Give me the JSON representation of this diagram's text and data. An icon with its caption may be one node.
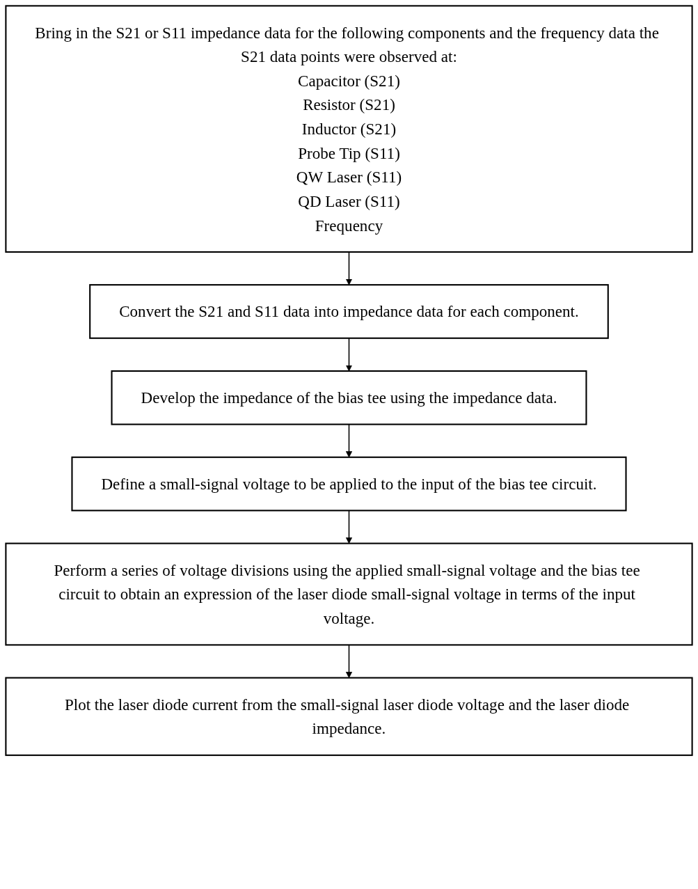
{
  "diagram": {
    "nodes": [
      {
        "text": [
          "Bring in the S21 or S11 impedance data for the following components and the frequency data the S21 data points were observed at:",
          "Capacitor (S21)",
          "Resistor (S21)",
          "Inductor (S21)",
          "Probe Tip (S11)",
          "QW Laser (S11)",
          "QD Laser (S11)",
          "Frequency"
        ]
      },
      {
        "text": [
          "Convert the S21 and S11 data into impedance data for each component."
        ]
      },
      {
        "text": [
          "Develop the impedance of the bias tee using the impedance data."
        ]
      },
      {
        "text": [
          "Define a small-signal voltage to be applied to the input of the bias tee circuit."
        ]
      },
      {
        "text": [
          "Perform a series of voltage divisions using the applied small-signal voltage and the bias tee circuit to obtain an expression of the laser diode small-signal voltage in terms of the input voltage."
        ]
      },
      {
        "text": [
          "Plot the laser diode current from the small-signal laser diode voltage and the laser diode impedance."
        ]
      }
    ],
    "edges": [
      {
        "from": 0,
        "to": 1,
        "arrow": "to"
      },
      {
        "from": 1,
        "to": 2,
        "arrow": "to"
      },
      {
        "from": 2,
        "to": 3,
        "arrow": "to"
      },
      {
        "from": 3,
        "to": 4,
        "arrow": "to"
      },
      {
        "from": 4,
        "to": 5,
        "arrow": "to"
      }
    ]
  }
}
